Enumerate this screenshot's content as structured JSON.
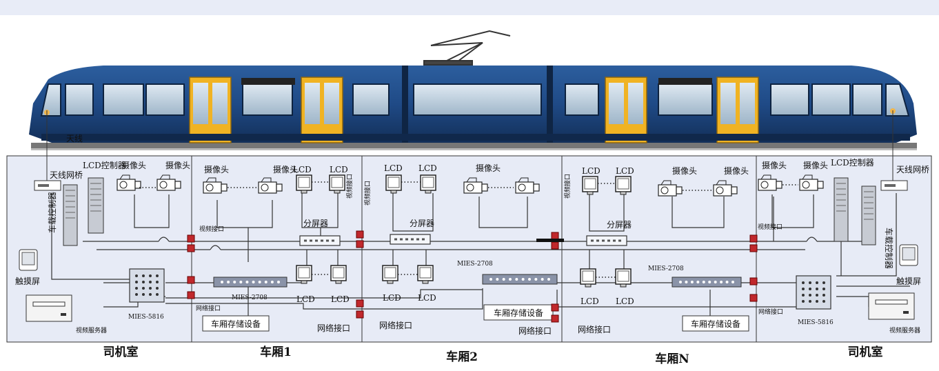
{
  "sections": [
    "司机室",
    "车厢1",
    "车厢2",
    "车厢N",
    "司机室"
  ],
  "labels": {
    "antenna": "天线",
    "antenna_bridge": "天线网桥",
    "lcd_controller": "LCD控制器",
    "camera": "摄像头",
    "lcd": "LCD",
    "vehicle_controller": "车载控制器",
    "touch_screen": "触摸屏",
    "video_server": "视频服务器",
    "mies5816": "MIES-5816",
    "mies2708": "MIES-2708",
    "splitter": "分屏器",
    "video_port": "视频接口",
    "network_port": "网络接口",
    "storage": "车厢存储设备"
  },
  "colors": {
    "train_body": "#1f4a86",
    "train_window": "#c9d9e6",
    "door": "#f0b323",
    "panel_bg": "#e7ebf6",
    "connector": "#c0282c"
  }
}
